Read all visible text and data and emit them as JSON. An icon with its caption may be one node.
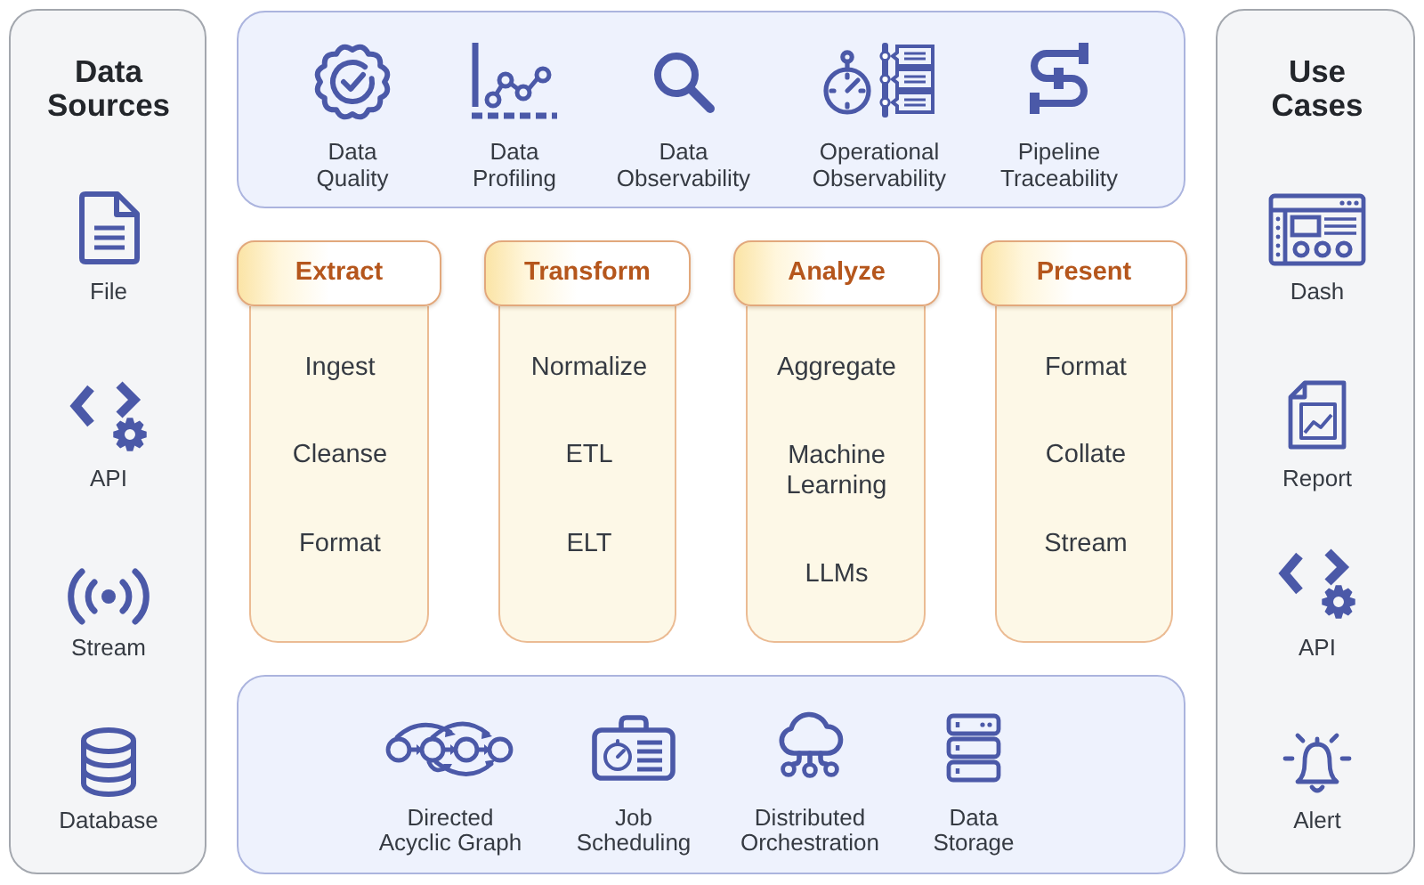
{
  "diagram": {
    "nodes": [
      {
        "text": [
          "Data Sources",
          "File",
          "API",
          "Stream",
          "Database"
        ]
      },
      {
        "text": [
          "Data Quality",
          "Data Profiling",
          "Data Observability",
          "Operational Observability",
          "Pipeline Traceability"
        ]
      },
      {
        "text": [
          "Extract"
        ]
      },
      {
        "text": [
          "Ingest",
          "Cleanse",
          "Format"
        ]
      },
      {
        "text": [
          "Transform"
        ]
      },
      {
        "text": [
          "Normalize",
          "ETL",
          "ELT"
        ]
      },
      {
        "text": [
          "Analyze"
        ]
      },
      {
        "text": [
          "Aggregate",
          "Machine Learning",
          "LLMs"
        ]
      },
      {
        "text": [
          "Present"
        ]
      },
      {
        "text": [
          "Format",
          "Collate",
          "Stream"
        ]
      },
      {
        "text": [
          "Directed Acyclic Graph",
          "Job Scheduling",
          "Distributed Orchestration",
          "Data Storage"
        ]
      },
      {
        "text": [
          "Use Cases",
          "Dash",
          "Report",
          "API",
          "Alert"
        ]
      }
    ]
  }
}
